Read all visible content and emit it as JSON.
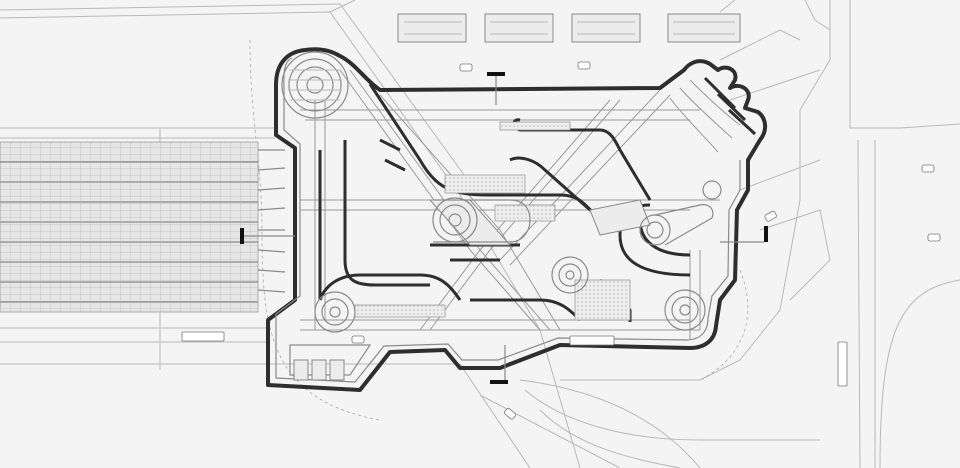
{
  "drawing": {
    "type": "architectural site plan",
    "background": "#f4f4f4",
    "line_colors": {
      "light": "#b9b9b9",
      "medium": "#8a8a8a",
      "outline": "#2e2e2e",
      "marker": "#111111"
    },
    "section_markers": 4,
    "roundabout_rings": 6,
    "vehicles_shown": 10,
    "labels": []
  }
}
